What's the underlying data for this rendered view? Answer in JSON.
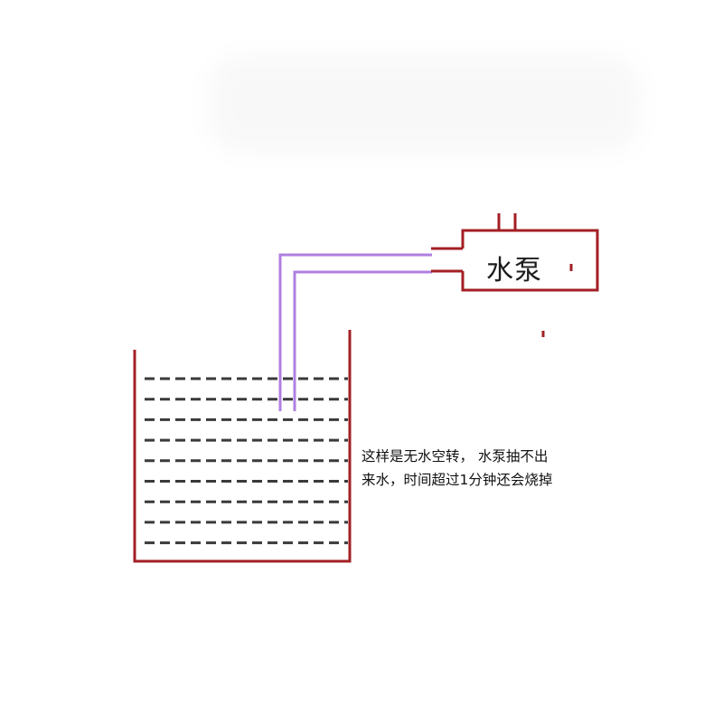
{
  "pump": {
    "label": "水泵"
  },
  "note": {
    "line1": "这样是无水空转， 水泵抽不出",
    "line2": "来水，时间超过1分钟还会烧掉"
  },
  "colors": {
    "outline": "#a31f24",
    "pipe": "#b07fe0",
    "water_dash": "#3a3a3a"
  },
  "tank": {
    "water_lines": 9
  }
}
